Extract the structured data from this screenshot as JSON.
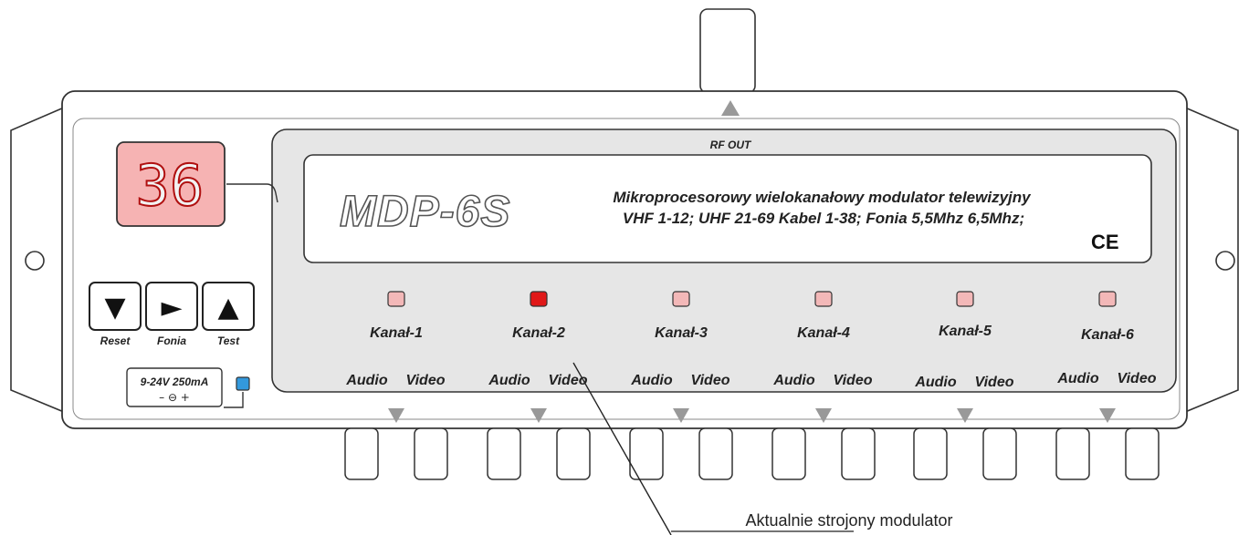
{
  "device": {
    "display_value": "36",
    "rf_out_label": "RF OUT",
    "model": "MDP-6S",
    "description_line1": "Mikroprocesorowy wielokanałowy modulator telewizyjny",
    "description_line2": "VHF 1-12; UHF 21-69 Kabel 1-38; Fonia 5,5Mhz 6,5Mhz;",
    "ce_mark": "CE",
    "power_label": "9-24V  250mA",
    "power_polarity": "–  ⊖  +",
    "buttons": [
      {
        "glyph": "▼",
        "caption": "Reset"
      },
      {
        "glyph": "►",
        "caption": "Fonia"
      },
      {
        "glyph": "▲",
        "caption": "Test"
      }
    ],
    "channels": [
      {
        "name": "Kanał-1",
        "active": false,
        "audio": "Audio",
        "video": "Video"
      },
      {
        "name": "Kanał-2",
        "active": true,
        "audio": "Audio",
        "video": "Video"
      },
      {
        "name": "Kanał-3",
        "active": false,
        "audio": "Audio",
        "video": "Video"
      },
      {
        "name": "Kanał-4",
        "active": false,
        "audio": "Audio",
        "video": "Video"
      },
      {
        "name": "Kanał-5",
        "active": false,
        "audio": "Audio",
        "video": "Video"
      },
      {
        "name": "Kanał-6",
        "active": false,
        "audio": "Audio",
        "video": "Video"
      }
    ]
  },
  "annotation": "Aktualnie strojony modulator",
  "colors": {
    "led_off": "#f3b8b8",
    "led_on": "#e01818",
    "display_bg": "#f6b3b3",
    "power_led": "#3399dd",
    "panel": "#e6e6e6"
  }
}
